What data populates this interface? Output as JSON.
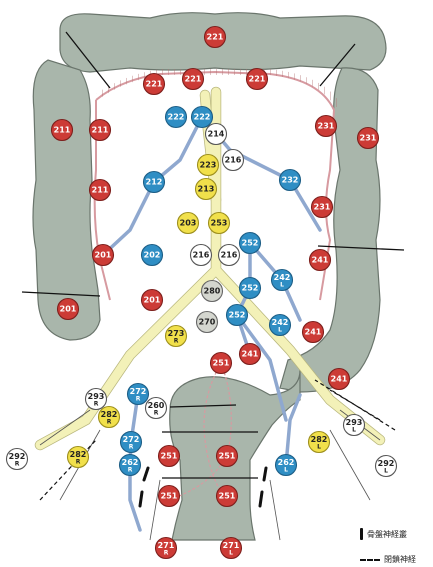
{
  "colors": {
    "colon": "#a9b6ab",
    "colon_stroke": "#6a756c",
    "red": "#cc3b36",
    "blue": "#2f8ec4",
    "yellow": "#f1e04b",
    "white": "#ffffff",
    "gray": "#d4d6cf",
    "vessel_pale": "#f3f1b8",
    "vessel_blue": "#8fa8cf",
    "vessel_pink": "#d79aa0"
  },
  "nodes": [
    {
      "label": "221",
      "color": "red"
    },
    {
      "label": "221",
      "color": "red"
    },
    {
      "label": "221",
      "color": "red"
    },
    {
      "label": "221",
      "color": "red"
    },
    {
      "label": "211",
      "color": "red"
    },
    {
      "label": "211",
      "color": "red"
    },
    {
      "label": "211",
      "color": "red"
    },
    {
      "label": "231",
      "color": "red"
    },
    {
      "label": "231",
      "color": "red"
    },
    {
      "label": "231",
      "color": "red"
    },
    {
      "label": "222",
      "color": "blue"
    },
    {
      "label": "222",
      "color": "blue"
    },
    {
      "label": "214",
      "color": "white"
    },
    {
      "label": "216",
      "color": "white"
    },
    {
      "label": "223",
      "color": "yellow"
    },
    {
      "label": "212",
      "color": "blue"
    },
    {
      "label": "213",
      "color": "yellow"
    },
    {
      "label": "232",
      "color": "blue"
    },
    {
      "label": "203",
      "color": "yellow"
    },
    {
      "label": "253",
      "color": "yellow"
    },
    {
      "label": "201",
      "color": "red"
    },
    {
      "label": "202",
      "color": "blue"
    },
    {
      "label": "216",
      "color": "white"
    },
    {
      "label": "216",
      "color": "white"
    },
    {
      "label": "252",
      "color": "blue"
    },
    {
      "label": "241",
      "color": "red"
    },
    {
      "label": "242",
      "sub": "L",
      "color": "blue"
    },
    {
      "label": "201",
      "color": "red"
    },
    {
      "label": "201",
      "color": "red"
    },
    {
      "label": "280",
      "color": "gray"
    },
    {
      "label": "252",
      "color": "blue"
    },
    {
      "label": "270",
      "color": "gray"
    },
    {
      "label": "252",
      "color": "blue"
    },
    {
      "label": "242",
      "sub": "L",
      "color": "blue"
    },
    {
      "label": "241",
      "color": "red"
    },
    {
      "label": "273",
      "sub": "R",
      "color": "yellow"
    },
    {
      "label": "241",
      "color": "red"
    },
    {
      "label": "251",
      "color": "red"
    },
    {
      "label": "241",
      "color": "red"
    },
    {
      "label": "293",
      "sub": "R",
      "color": "white"
    },
    {
      "label": "272",
      "sub": "R",
      "color": "blue"
    },
    {
      "label": "260",
      "sub": "R",
      "color": "white"
    },
    {
      "label": "282",
      "sub": "R",
      "color": "yellow"
    },
    {
      "label": "293",
      "sub": "L",
      "color": "white"
    },
    {
      "label": "272",
      "sub": "R",
      "color": "blue"
    },
    {
      "label": "282",
      "sub": "L",
      "color": "yellow"
    },
    {
      "label": "282",
      "sub": "R",
      "color": "yellow"
    },
    {
      "label": "292",
      "sub": "R",
      "color": "white"
    },
    {
      "label": "251",
      "color": "red"
    },
    {
      "label": "251",
      "color": "red"
    },
    {
      "label": "262",
      "sub": "R",
      "color": "blue"
    },
    {
      "label": "262",
      "sub": "L",
      "color": "blue"
    },
    {
      "label": "292",
      "sub": "L",
      "color": "white"
    },
    {
      "label": "251",
      "color": "red"
    },
    {
      "label": "251",
      "color": "red"
    },
    {
      "label": "271",
      "sub": "R",
      "color": "red"
    },
    {
      "label": "271",
      "sub": "L",
      "color": "red"
    }
  ],
  "legend": {
    "plexus": "骨盤神経叢",
    "obturator": "閉鎖神経"
  }
}
